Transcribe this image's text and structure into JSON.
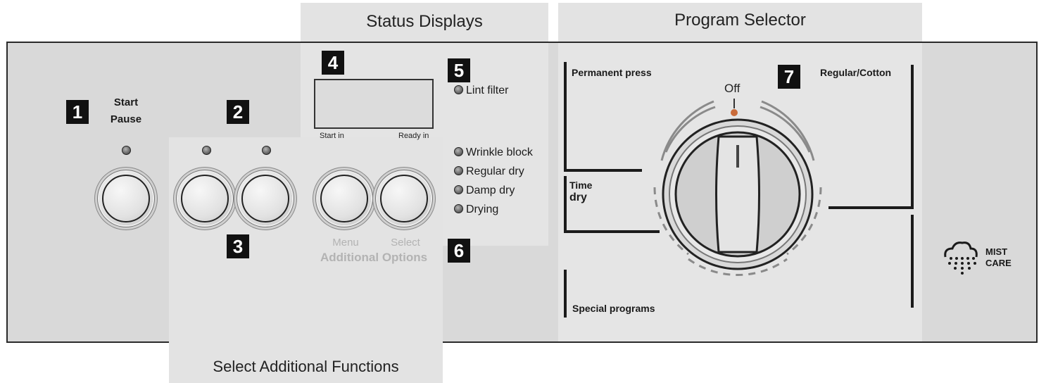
{
  "headings": {
    "status_displays": "Status Displays",
    "program_selector": "Program Selector",
    "select_additional": "Select Additional Functions"
  },
  "callouts": [
    "1",
    "2",
    "3",
    "4",
    "5",
    "6",
    "7"
  ],
  "start_pause": {
    "line1": "Start",
    "line2": "Pause"
  },
  "display": {
    "start_in": "Start in",
    "ready_in": "Ready in"
  },
  "status_lights": {
    "lint_filter": "Lint filter",
    "wrinkle_block": "Wrinkle block",
    "regular_dry": "Regular dry",
    "damp_dry": "Damp dry",
    "drying": "Drying"
  },
  "additional": {
    "menu": "Menu",
    "select": "Select",
    "options_title": "Additional Options"
  },
  "programs": {
    "permanent_press": "Permanent press",
    "off": "Off",
    "regular_cotton": "Regular/Cotton",
    "time_dry_1": "Time",
    "time_dry_2": "dry",
    "special_programs": "Special programs"
  },
  "mist_care": {
    "line1": "MIST",
    "line2": "CARE",
    "icon": "mist-care-icon"
  }
}
